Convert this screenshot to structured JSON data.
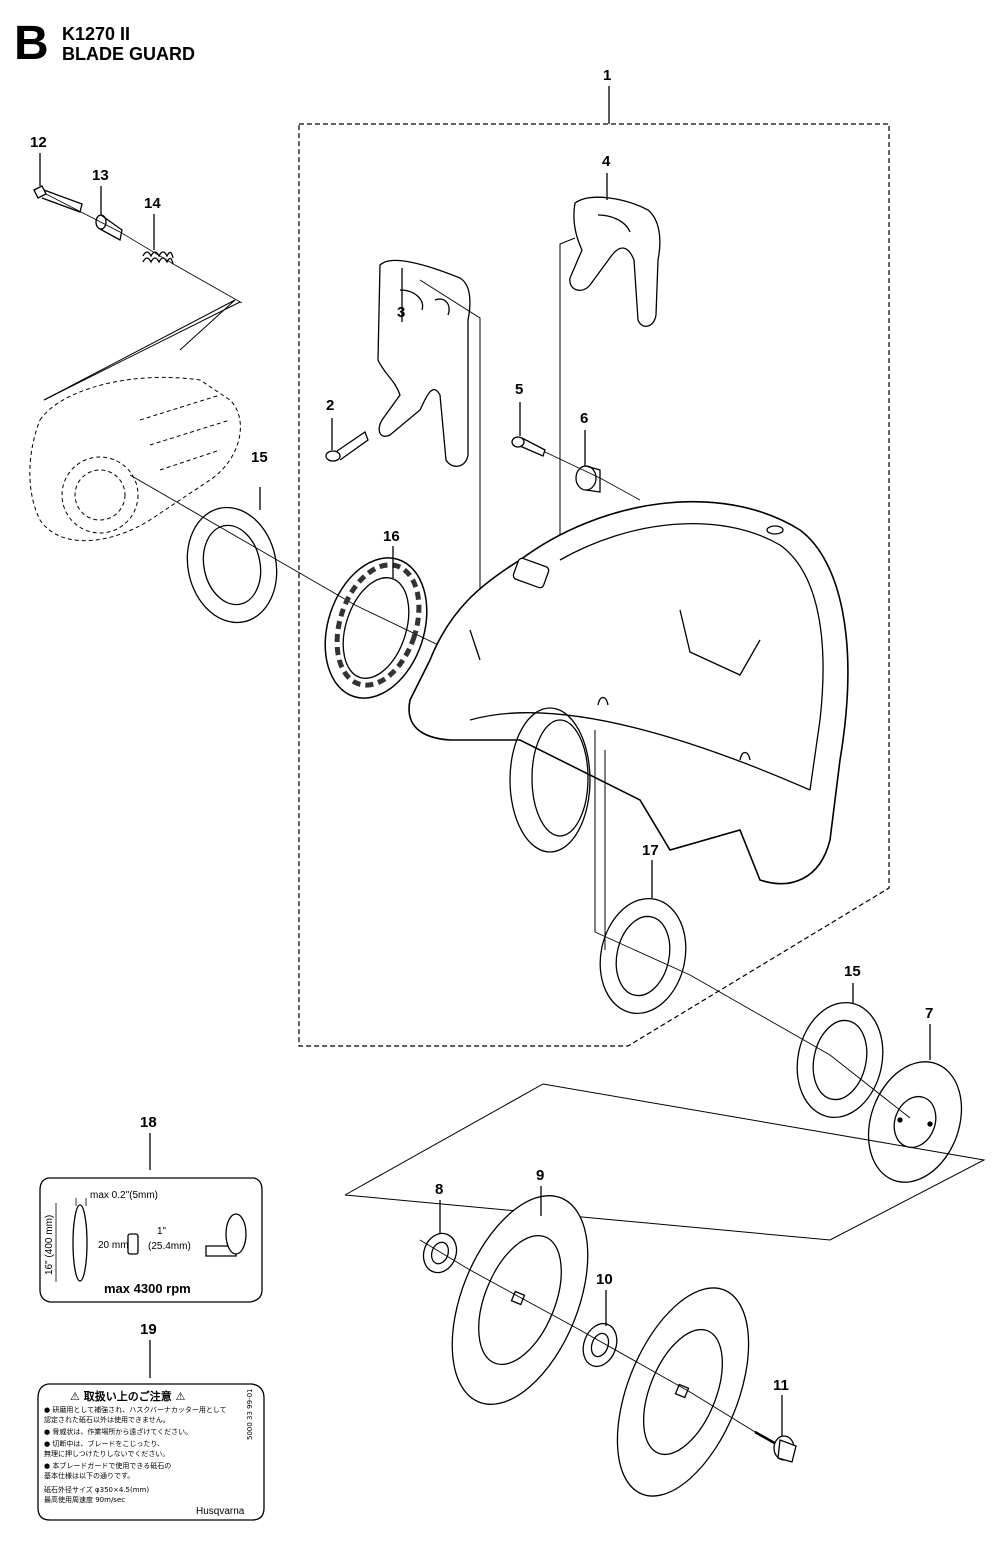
{
  "header": {
    "section_letter": "B",
    "model": "K1270 II",
    "title": "BLADE GUARD"
  },
  "callouts": [
    "1",
    "2",
    "3",
    "4",
    "5",
    "6",
    "7",
    "8",
    "9",
    "10",
    "11",
    "12",
    "13",
    "14",
    "15",
    "15",
    "16",
    "17",
    "18",
    "19"
  ],
  "decal_18": {
    "max_offset": "max 0.2\"(5mm)",
    "diameter": "16\" (400 mm)",
    "arbor_mm": "20 mm",
    "arbor_in": "1\"",
    "arbor_in_mm": "(25.4mm)",
    "max_rpm": "max 4300 rpm"
  },
  "decal_19": {
    "title": "⚠ 取扱い上のご注意 ⚠",
    "lines": [
      "● 研磨用として補強され、ハスクバーナカッター用として",
      "  認定された砥石以外は使用できません。",
      "● 脅威状は、作業場所から遠ざけてください。",
      "● 切断中は、ブレードをこじったり、",
      "  無理に押しつけたりしないでください。",
      "● 本ブレードガードで使用できる砥石の",
      "  基本仕様は以下の通りです。",
      "  砥石外径サイズ φ350×4.5(mm)",
      "  最高使用周速度     90m/sec"
    ],
    "brand": "Husqvarna",
    "side_code": "5000 33 99-01"
  }
}
